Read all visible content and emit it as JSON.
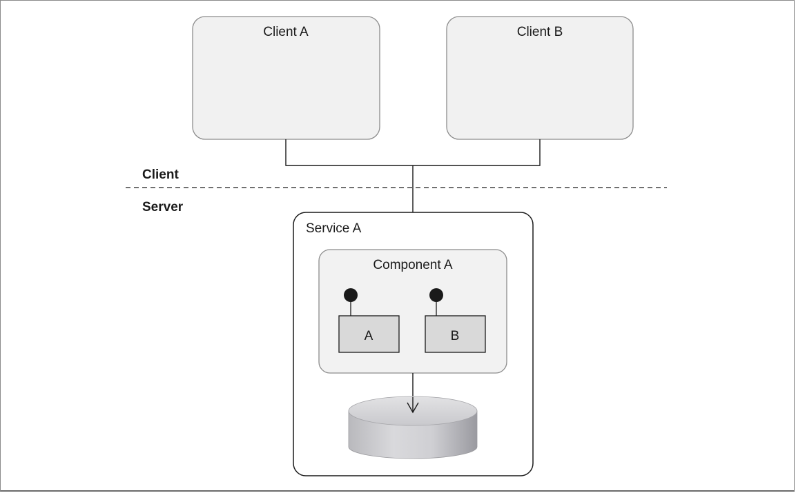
{
  "diagram": {
    "clients": [
      {
        "label": "Client A"
      },
      {
        "label": "Client B"
      }
    ],
    "zones": {
      "client_label": "Client",
      "server_label": "Server"
    },
    "service": {
      "label": "Service A",
      "component": {
        "label": "Component A",
        "interfaces": [
          {
            "label": "A"
          },
          {
            "label": "B"
          }
        ]
      },
      "datastore_icon": "database-cylinder-icon"
    },
    "colors": {
      "client_box_fill": "#f1f1f1",
      "client_box_stroke": "#8c8c8c",
      "service_stroke": "#1a1a1a",
      "component_fill": "#f2f2f2",
      "interface_fill": "#d9d9d9",
      "line": "#1a1a1a"
    }
  }
}
